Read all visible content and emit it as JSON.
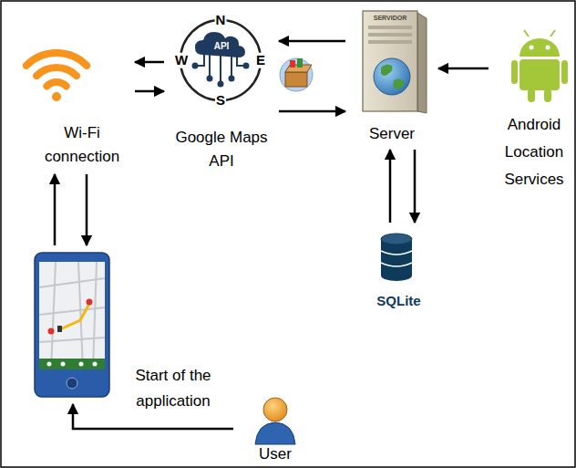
{
  "diagram": {
    "nodes": [
      {
        "text": [
          "Wi-Fi connection"
        ]
      },
      {
        "text": [
          "Google Maps API"
        ]
      },
      {
        "text": [
          "Server"
        ]
      },
      {
        "text": [
          "Android Location Services"
        ]
      },
      {
        "text": [
          "SQLite"
        ]
      },
      {
        "text": []
      },
      {
        "text": [
          "User"
        ]
      }
    ],
    "edges": [
      {
        "from": 1,
        "to": 0,
        "arrow": "to"
      },
      {
        "from": 0,
        "to": 1,
        "arrow": "to"
      },
      {
        "from": 2,
        "to": 1,
        "arrow": "to"
      },
      {
        "from": 1,
        "to": 2,
        "arrow": "to"
      },
      {
        "from": 3,
        "to": 2,
        "arrow": "to"
      },
      {
        "from": 4,
        "to": 2,
        "arrow": "to"
      },
      {
        "from": 2,
        "to": 4,
        "arrow": "to"
      },
      {
        "from": 5,
        "to": 0,
        "arrow": "to"
      },
      {
        "from": 0,
        "to": 5,
        "arrow": "to"
      },
      {
        "from": 6,
        "to": 5,
        "label": "Start of the application",
        "arrow": "to"
      }
    ],
    "labels": [
      "N",
      "W",
      "API",
      "E",
      "S",
      "SERVIDOR"
    ]
  }
}
